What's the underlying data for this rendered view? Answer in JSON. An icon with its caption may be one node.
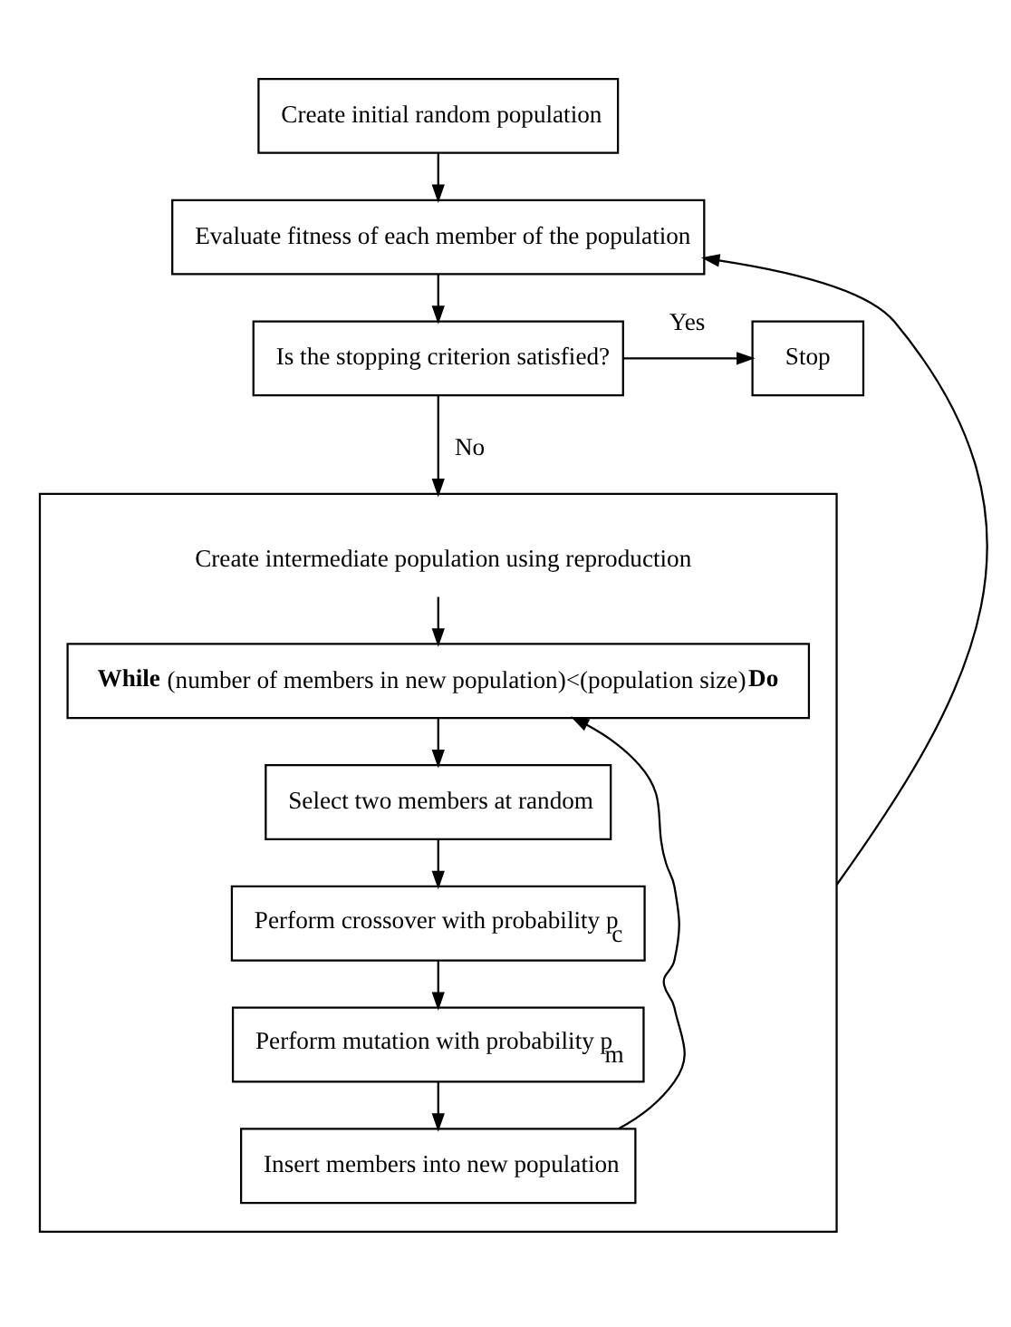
{
  "diagram": {
    "nodes": [
      {
        "text": [
          "Create initial random population"
        ]
      },
      {
        "text": [
          "Evaluate fitness of each member of the population"
        ]
      },
      {
        "text": [
          "Is the stopping criterion satisfied?"
        ]
      },
      {
        "text": [
          "Stop"
        ]
      },
      {
        "text": [],
        "shape": "box"
      },
      {
        "text": [
          "Create intermediate population using reproduction"
        ],
        "in": 4
      },
      {
        "text": [
          "**While** (number of members in new population)<(population size)**Do**"
        ],
        "in": 4
      },
      {
        "text": [
          "Select two members at random"
        ],
        "in": 4
      },
      {
        "text": [
          "Perform crossover with probability p$_{c}$"
        ],
        "in": 4
      },
      {
        "text": [
          "Perform mutation with probability p$_{m}$"
        ],
        "in": 4
      },
      {
        "text": [
          "Insert members into new population"
        ],
        "in": 4
      }
    ],
    "edges": [
      {
        "from": 0,
        "to": 1,
        "arrow": "to"
      },
      {
        "from": 1,
        "to": 2,
        "arrow": "to"
      },
      {
        "from": 2,
        "to": 3,
        "arrow": "to",
        "label": "Yes"
      },
      {
        "from": 2,
        "to": 4,
        "arrow": "to",
        "label": "No"
      },
      {
        "from": 5,
        "to": 6,
        "arrow": "to"
      },
      {
        "from": 6,
        "to": 7,
        "arrow": "to"
      },
      {
        "from": 7,
        "to": 8,
        "arrow": "to"
      },
      {
        "from": 8,
        "to": 9,
        "arrow": "to"
      },
      {
        "from": 9,
        "to": 10,
        "arrow": "to"
      },
      {
        "from": 10,
        "to": 6,
        "arrow": "to"
      },
      {
        "from": 4,
        "to": 1,
        "arrow": "to"
      }
    ]
  }
}
